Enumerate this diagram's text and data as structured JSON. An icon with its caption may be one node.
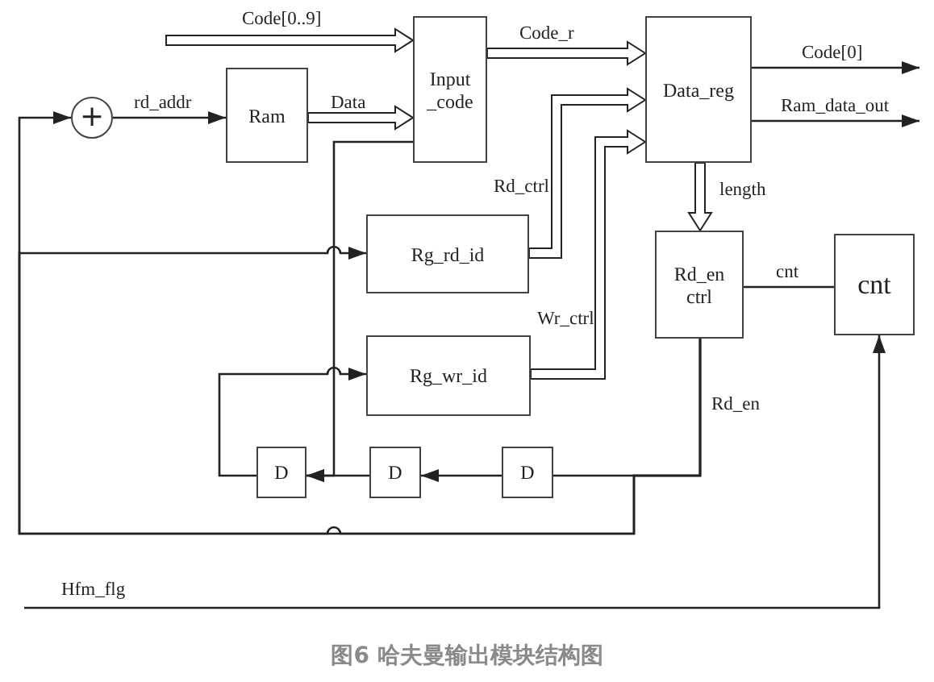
{
  "diagram": {
    "caption": "图6 哈夫曼输出模块结构图",
    "nodes": [
      {
        "text": [
          "+"
        ]
      },
      {
        "text": [
          "Ram"
        ]
      },
      {
        "text": [
          "Input _code"
        ]
      },
      {
        "text": [
          "Data_reg"
        ]
      },
      {
        "text": [
          "Rg_rd_id"
        ]
      },
      {
        "text": [
          "Rd_en ctrl"
        ]
      },
      {
        "text": [
          "cnt"
        ]
      },
      {
        "text": [
          "Rg_wr_id"
        ]
      },
      {
        "text": [
          "D"
        ]
      },
      {
        "text": [
          "D"
        ]
      },
      {
        "text": [
          "D"
        ]
      }
    ],
    "edges": [
      {
        "from": null,
        "to": 2,
        "arrow": "to",
        "label": "Code[0..9]",
        "style": "thick"
      },
      {
        "from": 0,
        "to": 1,
        "arrow": "to",
        "label": "rd_addr"
      },
      {
        "from": 1,
        "to": 2,
        "arrow": "to",
        "label": "Data",
        "style": "thick"
      },
      {
        "from": 2,
        "to": 3,
        "arrow": "to",
        "label": "Code_r",
        "style": "thick"
      },
      {
        "from": 4,
        "to": 3,
        "arrow": "to",
        "label": "Rd_ctrl",
        "style": "thick"
      },
      {
        "from": 7,
        "to": 3,
        "arrow": "to",
        "label": "Wr_ctrl",
        "style": "thick"
      },
      {
        "from": 3,
        "to": null,
        "arrow": "to",
        "label": "Code[0]"
      },
      {
        "from": 3,
        "to": null,
        "arrow": "to",
        "label": "Ram_data_out"
      },
      {
        "from": 3,
        "to": 5,
        "arrow": "to",
        "label": "length",
        "style": "thick"
      },
      {
        "from": 5,
        "to": 6,
        "arrow": "none",
        "label": "cnt"
      },
      {
        "from": 5,
        "to": 10,
        "arrow": "none",
        "label": "Rd_en"
      },
      {
        "from": 5,
        "to": 0,
        "arrow": "to"
      },
      {
        "from": 5,
        "to": 4,
        "arrow": "to"
      },
      {
        "from": 10,
        "to": 9,
        "arrow": "to"
      },
      {
        "from": 9,
        "to": 8,
        "arrow": "to"
      },
      {
        "from": 2,
        "to": 8,
        "arrow": "to"
      },
      {
        "from": 8,
        "to": 7,
        "arrow": "to"
      },
      {
        "from": null,
        "to": 6,
        "arrow": "to",
        "label": "Hfm_flg"
      }
    ]
  }
}
